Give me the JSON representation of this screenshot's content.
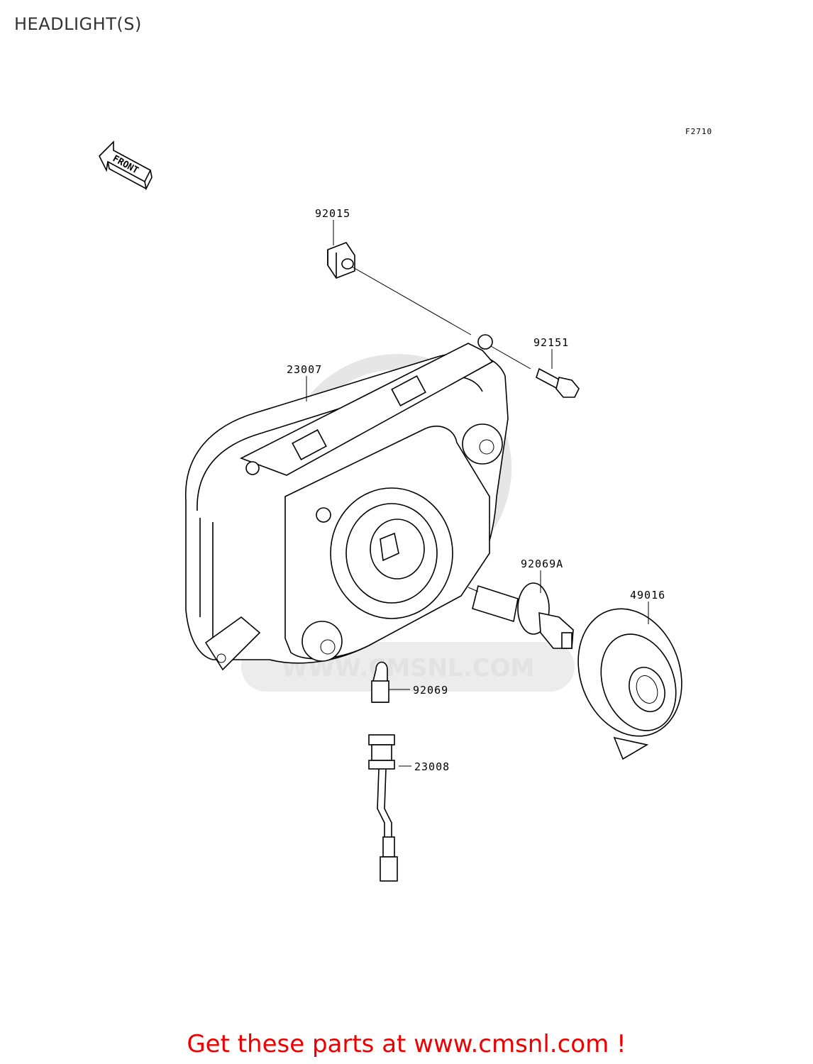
{
  "page": {
    "title": "HEADLIGHT(S)",
    "figure_code": "F2710",
    "front_indicator": "FRONT",
    "watermark": "WWW.CMSNL.COM",
    "call_to_action": "Get these parts at www.cmsnl.com !"
  },
  "parts": [
    {
      "number": "92015"
    },
    {
      "number": "92151"
    },
    {
      "number": "23007"
    },
    {
      "number": "92069A"
    },
    {
      "number": "49016"
    },
    {
      "number": "92069"
    },
    {
      "number": "23008"
    }
  ]
}
